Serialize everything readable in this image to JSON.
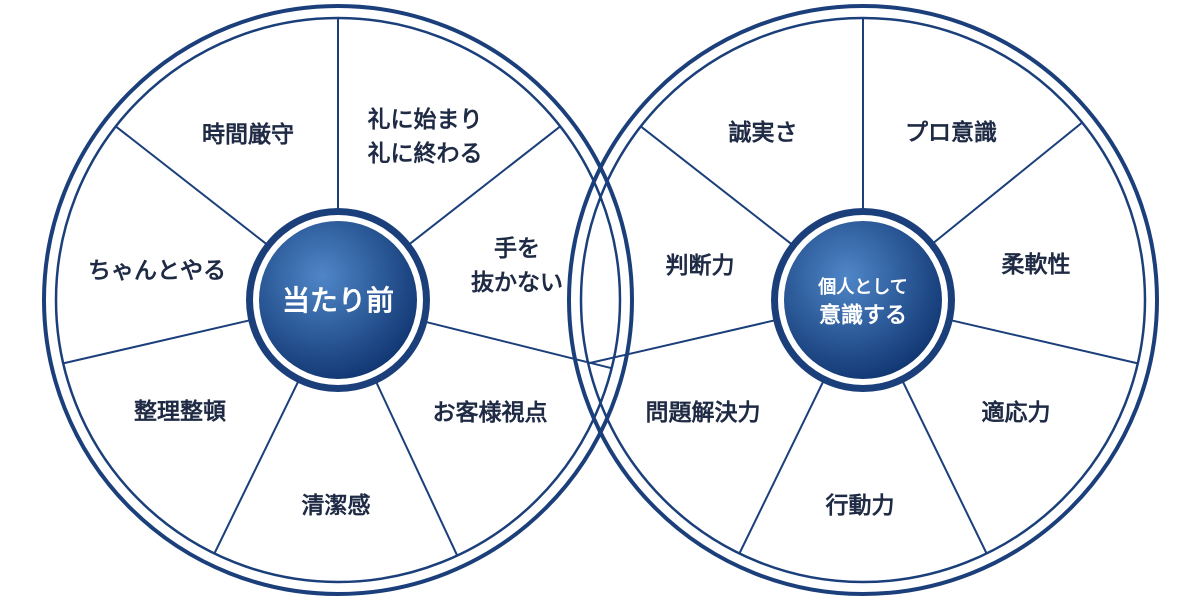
{
  "colors": {
    "ring": "#1b3f7a",
    "spoke": "#1b3f7a",
    "label": "#1f2a44",
    "hub_light": "#4f86c8",
    "hub_dark": "#0f3570",
    "hub_text": "#ffffff"
  },
  "left_wheel": {
    "center_label": [
      "当たり前"
    ],
    "segments": [
      {
        "lines": [
          "時間厳守"
        ]
      },
      {
        "lines": [
          "礼に始まり",
          "礼に終わる"
        ]
      },
      {
        "lines": [
          "手を",
          "抜かない"
        ]
      },
      {
        "lines": [
          "お客様視点"
        ]
      },
      {
        "lines": [
          "清潔感"
        ]
      },
      {
        "lines": [
          "整理整頓"
        ]
      },
      {
        "lines": [
          "ちゃんとやる"
        ]
      }
    ]
  },
  "right_wheel": {
    "center_label": [
      "個人として",
      "意識する"
    ],
    "segments": [
      {
        "lines": [
          "誠実さ"
        ]
      },
      {
        "lines": [
          "プロ意識"
        ]
      },
      {
        "lines": [
          "柔軟性"
        ]
      },
      {
        "lines": [
          "適応力"
        ]
      },
      {
        "lines": [
          "行動力"
        ]
      },
      {
        "lines": [
          "問題解決力"
        ]
      },
      {
        "lines": [
          "判断力"
        ]
      }
    ]
  }
}
